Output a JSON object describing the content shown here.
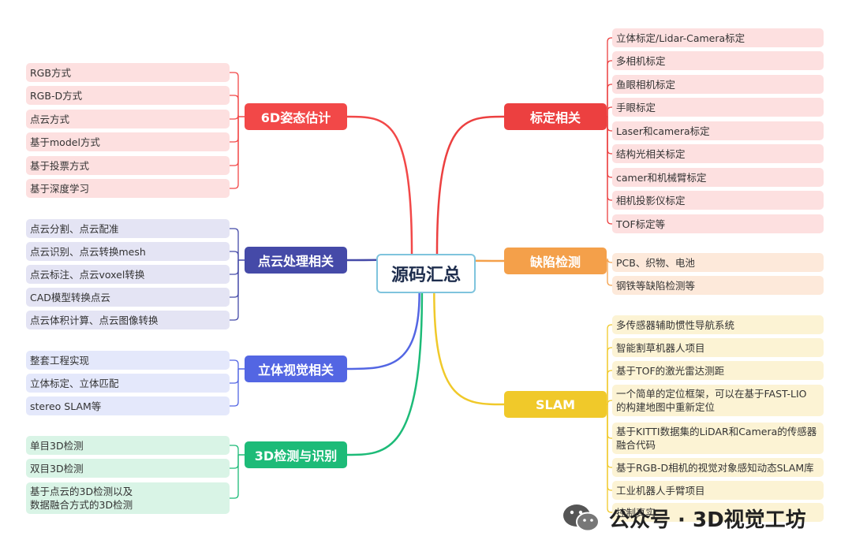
{
  "center": {
    "label": "源码汇总"
  },
  "topics": {
    "pose6d": {
      "label": "6D姿态估计",
      "color": "#f24848",
      "leaf_bg": "#fde0e0",
      "items": [
        "RGB方式",
        "RGB-D方式",
        "点云方式",
        "基于model方式",
        "基于投票方式",
        "基于深度学习"
      ]
    },
    "pointcloud": {
      "label": "点云处理相关",
      "color": "#454aa8",
      "leaf_bg": "#e4e4f4",
      "items": [
        "点云分割、点云配准",
        "点云识别、点云转换mesh",
        "点云标注、点云voxel转换",
        "CAD模型转换点云",
        "点云体积计算、点云图像转换"
      ]
    },
    "stereo": {
      "label": "立体视觉相关",
      "color": "#5366e3",
      "leaf_bg": "#e4e8fb",
      "items": [
        "整套工程实现",
        "立体标定、立体匹配",
        "stereo SLAM等"
      ]
    },
    "det3d": {
      "label": "3D检测与识别",
      "color": "#1dbb78",
      "leaf_bg": "#d9f4e6",
      "items": [
        "单目3D检测",
        "双目3D检测",
        "基于点云的3D检测以及数据融合方式的3D检测"
      ]
    },
    "calib": {
      "label": "标定相关",
      "color": "#ec4040",
      "leaf_bg": "#fde0e0",
      "items": [
        "立体标定/Lidar-Camera标定",
        "多相机标定",
        "鱼眼相机标定",
        "手眼标定",
        "Laser和camera标定",
        "结构光相关标定",
        "camer和机械臂标定",
        "相机投影仪标定",
        "TOF标定等"
      ]
    },
    "defect": {
      "label": "缺陷检测",
      "color": "#f4a04a",
      "leaf_bg": "#fde9da",
      "items": [
        "PCB、织物、电池",
        "钢铁等缺陷检测等"
      ]
    },
    "slam": {
      "label": "SLAM",
      "color": "#f0c92a",
      "leaf_bg": "#fcf3d4",
      "items": [
        "多传感器辅助惯性导航系统",
        "智能割草机器人项目",
        "基于TOF的激光雷达测距",
        "一个简单的定位框架，可以在基于FAST-LIO的构建地图中重新定位",
        "基于KITTI数据集的LiDAR和Camera的传感器融合代码",
        "基于RGB-D相机的视觉对象感知动态SLAM库",
        "工业机器人手臂项目",
        "控制真实"
      ]
    }
  },
  "watermark": {
    "text": "公众号 · 3D视觉工坊"
  }
}
